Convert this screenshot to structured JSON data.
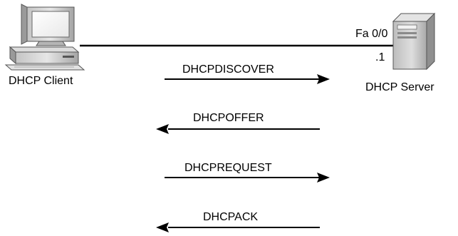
{
  "diagram": {
    "client": {
      "label": "DHCP Client",
      "icon": "desktop-computer-icon"
    },
    "server": {
      "label": "DHCP Server",
      "icon": "tower-server-icon",
      "interface": "Fa 0/0",
      "ip_suffix": ".1"
    },
    "messages": [
      {
        "label": "DHCPDISCOVER",
        "direction": "client-to-server"
      },
      {
        "label": "DHCPOFFER",
        "direction": "server-to-client"
      },
      {
        "label": "DHCPREQUEST",
        "direction": "client-to-server"
      },
      {
        "label": "DHCPACK",
        "direction": "server-to-client"
      }
    ],
    "colors": {
      "line": "#000000",
      "device_light": "#d6d6d6",
      "device_mid": "#a8a8a8",
      "device_dark": "#6e6e6e",
      "screen": "#ffffff"
    }
  }
}
